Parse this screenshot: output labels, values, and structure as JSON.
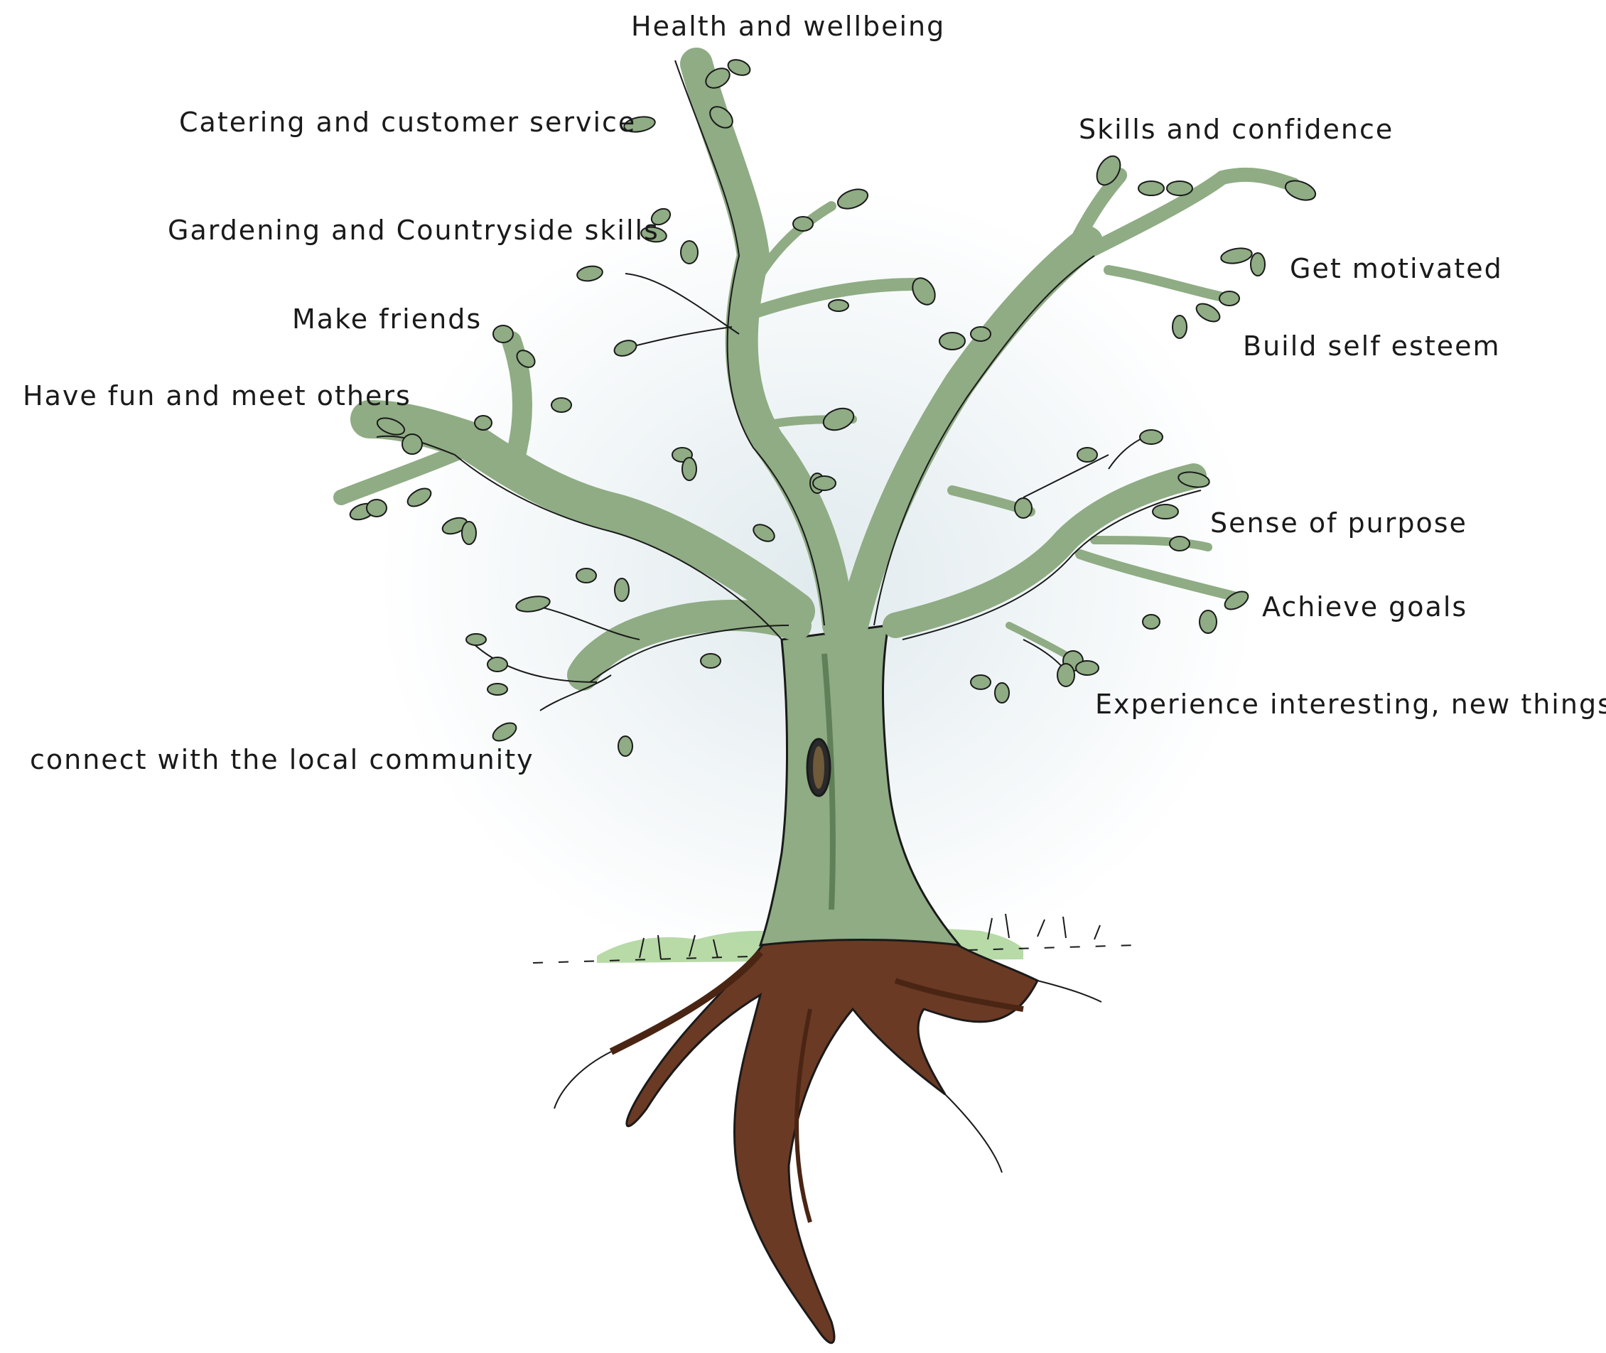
{
  "labels": {
    "health": "Health and wellbeing",
    "catering": "Catering and customer service",
    "skills": "Skills and confidence",
    "gardening": "Gardening and Countryside skills",
    "motivated": "Get motivated",
    "friends": "Make friends",
    "esteem": "Build self esteem",
    "fun": "Have fun and meet others",
    "purpose": "Sense of purpose",
    "goals": "Achieve goals",
    "experience": "Experience interesting, new things",
    "connect": "connect with the local community"
  },
  "colors": {
    "foliage": "#8fac84",
    "foliage_dark": "#5f8058",
    "bark_shadow": "#6f8a66",
    "roots": "#6b3a24",
    "roots_dark": "#4a2514",
    "grass": "#9fce8a",
    "sky_wash": "#dde8ec",
    "ink": "#1a1a1a"
  }
}
